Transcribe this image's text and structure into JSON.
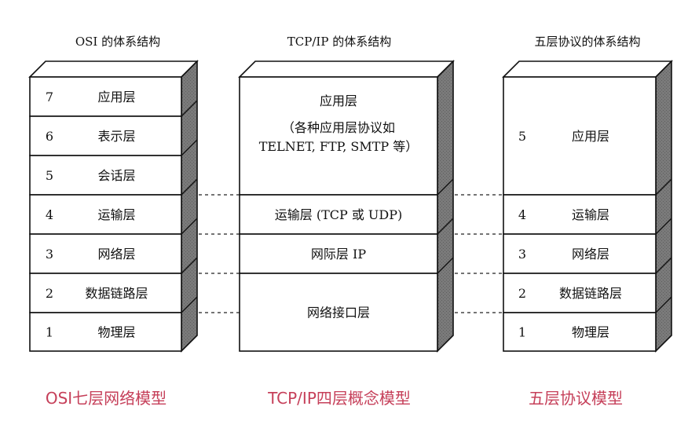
{
  "columns": [
    {
      "header": "OSI 的体系结构",
      "caption": "OSI七层网络模型",
      "layers": [
        {
          "num": "7",
          "lines": [
            "应用层"
          ]
        },
        {
          "num": "6",
          "lines": [
            "表示层"
          ]
        },
        {
          "num": "5",
          "lines": [
            "会话层"
          ]
        },
        {
          "num": "4",
          "lines": [
            "运输层"
          ]
        },
        {
          "num": "3",
          "lines": [
            "网络层"
          ]
        },
        {
          "num": "2",
          "lines": [
            "数据链路层"
          ]
        },
        {
          "num": "1",
          "lines": [
            "物理层"
          ]
        }
      ]
    },
    {
      "header": "TCP/IP 的体系结构",
      "caption": "TCP/IP四层概念模型",
      "layers": [
        {
          "num": "",
          "lines": [
            "应用层",
            "（各种应用层协议如",
            "TELNET, FTP, SMTP 等）"
          ]
        },
        {
          "num": "",
          "lines": [
            "运输层 (TCP 或 UDP)"
          ]
        },
        {
          "num": "",
          "lines": [
            "网际层 IP"
          ]
        },
        {
          "num": "",
          "lines": [
            "网络接口层"
          ]
        }
      ]
    },
    {
      "header": "五层协议的体系结构",
      "caption": "五层协议模型",
      "layers": [
        {
          "num": "5",
          "lines": [
            "应用层"
          ]
        },
        {
          "num": "4",
          "lines": [
            "运输层"
          ]
        },
        {
          "num": "3",
          "lines": [
            "网络层"
          ]
        },
        {
          "num": "2",
          "lines": [
            "数据链路层"
          ]
        },
        {
          "num": "1",
          "lines": [
            "物理层"
          ]
        }
      ]
    }
  ],
  "colors": {
    "caption": "#c6405a",
    "side_face": "#6f6f6f",
    "line": "#111111"
  }
}
